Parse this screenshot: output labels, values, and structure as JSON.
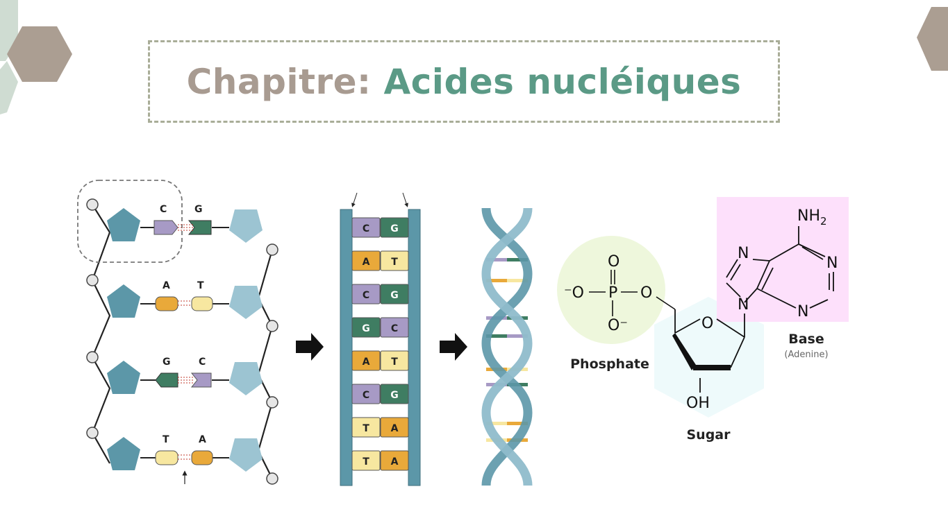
{
  "slide": {
    "title_prefix": "Chapitre:",
    "title_main": "Acides nucléiques"
  },
  "colors": {
    "title_prefix": "#a89b91",
    "title_main": "#5b9a86",
    "phosphate_sugar_backbone": "#5c97a8",
    "pentagon_light": "#9cc4d2",
    "base_C": "#a79ac5",
    "base_G": "#3f7d62",
    "base_A": "#e9a93a",
    "base_T": "#f7e7a0",
    "phosphate_circle": "#eef7dc",
    "sugar_hexagon": "#eefafb",
    "base_box": "#fde0fb"
  },
  "left_panel": {
    "pairs": [
      {
        "left": "C",
        "right": "G"
      },
      {
        "left": "A",
        "right": "T"
      },
      {
        "left": "G",
        "right": "C"
      },
      {
        "left": "T",
        "right": "A"
      }
    ]
  },
  "ladder": {
    "pairs": [
      {
        "left": "C",
        "right": "G"
      },
      {
        "left": "A",
        "right": "T"
      },
      {
        "left": "C",
        "right": "G"
      },
      {
        "left": "G",
        "right": "C"
      },
      {
        "left": "A",
        "right": "T"
      },
      {
        "left": "C",
        "right": "G"
      },
      {
        "left": "T",
        "right": "A"
      },
      {
        "left": "T",
        "right": "A"
      }
    ]
  },
  "nucleotide": {
    "phosphate": {
      "o_top": "O",
      "o_left": "⁻O",
      "p": "P",
      "o_right": "O",
      "o_bottom": "O⁻",
      "label": "Phosphate"
    },
    "sugar": {
      "ring_o": "O",
      "oh": "OH",
      "label": "Sugar"
    },
    "base": {
      "nh2": "NH",
      "nh2_sub": "2",
      "n_tl": "N",
      "n_tr": "N",
      "n_bl": "N",
      "n_br": "N",
      "label": "Base",
      "sublabel": "(Adenine)"
    }
  }
}
